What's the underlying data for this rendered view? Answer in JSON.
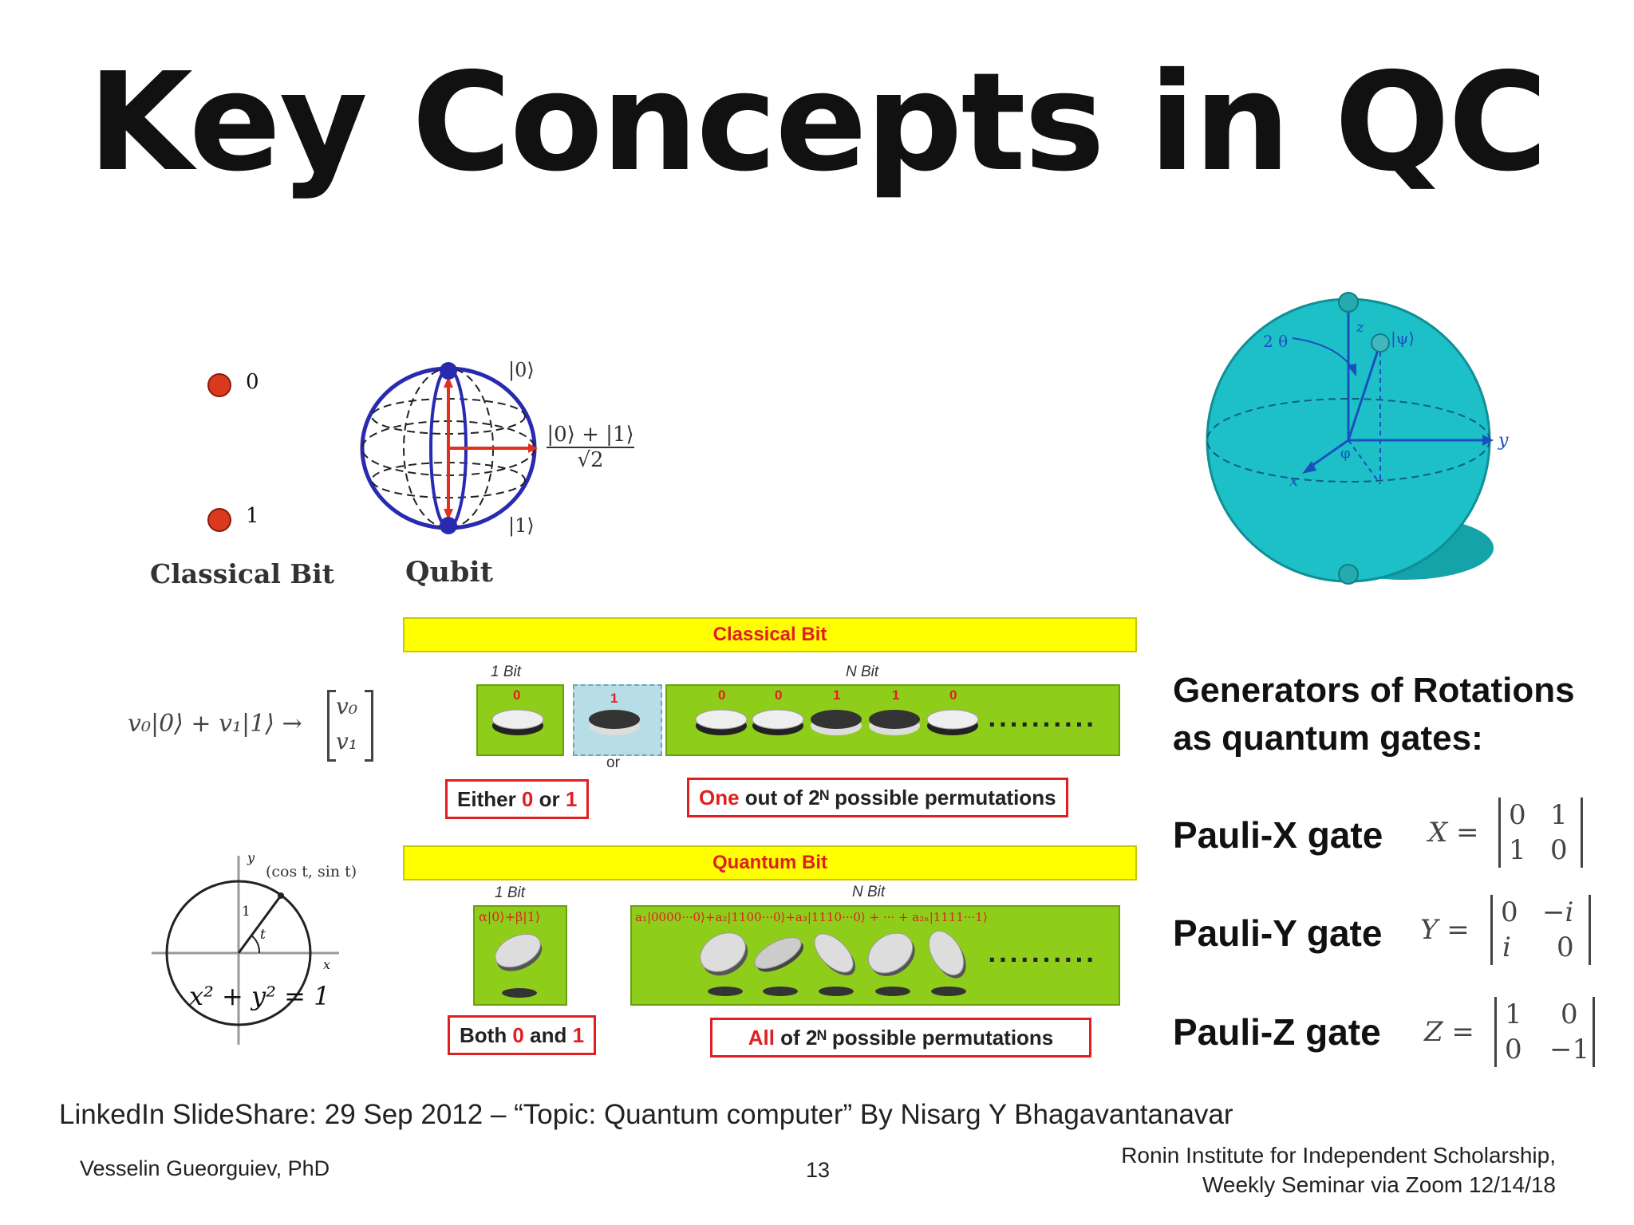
{
  "slide": {
    "title": "Key Concepts in QC",
    "classical_bit_caption": "Classical Bit",
    "qubit_caption": "Qubit",
    "bit_value_0": "0",
    "bit_value_1": "1",
    "ket0": "|0⟩",
    "ket1": "|1⟩",
    "superposition_numer": "|0⟩ + |1⟩",
    "superposition_denom": "√2",
    "bloch": {
      "label_2theta": "2 θ",
      "label_psi": "|ψ⟩",
      "label_phi": "φ",
      "label_x": "x",
      "label_y": "y",
      "label_z": "z"
    },
    "vector_eq": {
      "lhs": "v₀|0⟩ + v₁|1⟩ →",
      "v0": "v₀",
      "v1": "v₁"
    },
    "unit_circle": {
      "y": "y",
      "x": "x",
      "point": "(cos t, sin t)",
      "radius": "1",
      "angle": "t",
      "eq": "x² + y² = 1"
    },
    "classical_panel": {
      "bar": "Classical Bit",
      "one_bit": "1 Bit",
      "n_bit": "N Bit",
      "or": "or",
      "one_bit_digits": [
        "0",
        "1"
      ],
      "n_bit_digits": [
        "0",
        "0",
        "1",
        "1",
        "0"
      ],
      "dots": "..........",
      "either_pre": "Either ",
      "either_0": "0",
      "either_mid": " or ",
      "either_1": "1",
      "perm_one": "One",
      "perm_rest": " out of 2ᴺ possible permutations"
    },
    "quantum_panel": {
      "bar": "Quantum Bit",
      "one_bit": "1 Bit",
      "n_bit": "N Bit",
      "qubit_state": "α|0⟩+β|1⟩",
      "nqubit_state": "a₁|0000···0⟩+a₂|1100···0⟩+a₃|1110···0⟩ + ··· + a₂ₙ|1111···1⟩",
      "dots": "..........",
      "both_pre": "Both ",
      "both_0": "0",
      "both_mid": " and ",
      "both_1": "1",
      "all_pre": "All",
      "all_rest": " of 2ᴺ possible permutations"
    },
    "generators_line1": "Generators of Rotations",
    "generators_line2": "as quantum gates:",
    "gates": [
      {
        "name": "Pauli-X gate",
        "sym": "X =",
        "m": [
          "0",
          "1",
          "1",
          "0"
        ]
      },
      {
        "name": "Pauli-Y gate",
        "sym": "Y =",
        "m": [
          "0",
          "−i",
          "i",
          "0"
        ]
      },
      {
        "name": "Pauli-Z gate",
        "sym": "Z =",
        "m": [
          "1",
          "0",
          "0",
          "−1"
        ]
      }
    ],
    "source": "LinkedIn SlideShare: 29 Sep 2012 – “Topic: Quantum computer” By Nisarg Y Bhagavantanavar",
    "author": "Vesselin Gueorguiev, PhD",
    "page_number": "13",
    "institute_line1": "Ronin Institute for Independent Scholarship,",
    "institute_line2": "Weekly Seminar via Zoom  12/14/18"
  }
}
